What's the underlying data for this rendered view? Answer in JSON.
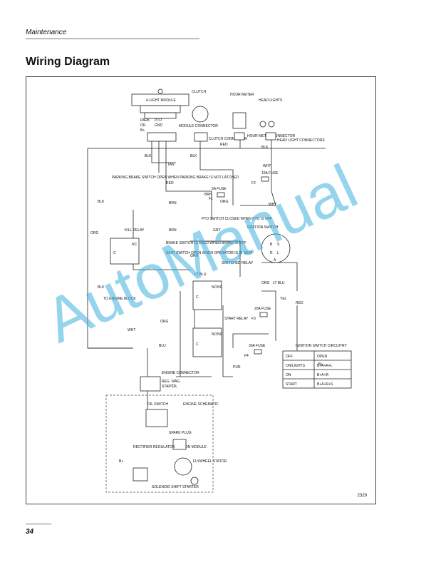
{
  "header": {
    "section": "Maintenance"
  },
  "title": "Wiring Diagram",
  "figure": {
    "number": "2329",
    "labels": {
      "light_module": "4-LIGHT MODULE",
      "clutch": "CLUTCH",
      "hour_meter": "HOUR METER",
      "head_lights": "HEAD LIGHTS",
      "head_light_connectors": "HEAD LIGHT CONNECTORS",
      "hour_meter_connector": "HOUR METER CONNECTOR",
      "clutch_connector": "CLUTCH CONNECTOR",
      "module_connector": "MODULE CONNECTOR",
      "park": "PARK",
      "oil": "OIL",
      "b_plus": "B+",
      "pto": "PTO",
      "gnd": "GND",
      "fuse_10a": "10A FUSE",
      "f2": "F2",
      "f1": "F1",
      "f3": "F3",
      "f4": "F4",
      "fuse_5a": "5A FUSE",
      "fuse_20a": "20A FUSE",
      "fuse_30a": "30A FUSE",
      "ignition_switch": "IGNITION SWITCH",
      "pto_switch": "PTO SWITCH CLOSED WHEN PTO IS OFF",
      "parking_brake_switch": "PARKING BRAKE SWITCH OPEN WHEN PARKING BRAKE IS NOT LATCHED",
      "kill_relay": "KILL RELAY",
      "brake_switch": "BRAKE SWITCH CLOSED WHEN BRAKE IS OFF",
      "seat_switch": "SEAT SWITCH OPEN WHEN OPERATOR IS IN SEAT",
      "switched_relay": "SWITCHED RELAY",
      "start_relay": "START RELAY",
      "to_engine_block": "TO ENGINE BLOCK",
      "engine_connector": "ENGINE CONNECTOR",
      "engine_schematic": "ENGINE SCHEMATIC",
      "oil_switch": "OIL SWITCH",
      "spark_plug": "SPARK PLUG",
      "ignition_module": "IGNITION MODULE",
      "rectifier_regulator": "RECTIFIER REGULATOR",
      "flywheel_stator": "FLYWHEEL STATOR",
      "starter_solenoid": "SOLENOID SHIFT STARTER",
      "no": "NO",
      "nc": "NC",
      "c": "C",
      "b": "B",
      "s": "S",
      "r": "R",
      "l": "L",
      "a": "A"
    },
    "wire_colors": {
      "red": "RED",
      "blk": "BLK",
      "tan": "TAN",
      "brn": "BRN",
      "grn": "GRN",
      "gry": "GRY",
      "org": "ORG",
      "wht": "WHT",
      "yel": "YEL",
      "pur": "PUR",
      "blu": "BLU",
      "lt_blu": "LT BLU"
    },
    "engine_connector_pins": [
      "REG",
      "START",
      "MAG",
      "OIL"
    ],
    "module_connector_pins": [
      "PARK",
      "OIL",
      "B+",
      "PTO",
      "GND"
    ],
    "ignition_circuitry": {
      "title": "IGNITION SWITCH CIRCUITRY",
      "rows": [
        [
          "OFF",
          "OPEN"
        ],
        [
          "ON/LIGHTS",
          "B+A+R+L"
        ],
        [
          "ON",
          "B+A+R"
        ],
        [
          "START",
          "B+A+R+S"
        ]
      ]
    }
  },
  "watermark": "AutoManual",
  "page_number": "34"
}
